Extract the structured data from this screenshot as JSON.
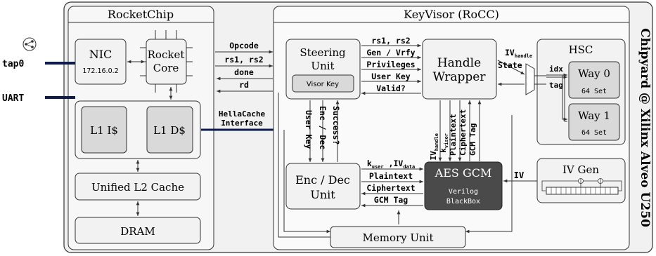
{
  "board_label": "Chipyard @ Xilinx Alveo U250",
  "external": {
    "tap_label": "tap0",
    "uart_label": "UART",
    "share_icon": "share-icon"
  },
  "rocketchip": {
    "title": "RocketChip",
    "nic_label": "NIC",
    "nic_ip": "172.16.0.2",
    "core_label_1": "Rocket",
    "core_label_2": "Core",
    "l1i_label": "L1 I$",
    "l1d_label": "L1 D$",
    "l2_label": "Unified L2 Cache",
    "dram_label": "DRAM"
  },
  "rocc_signals": {
    "opcode": "Opcode",
    "rs": "rs1, rs2",
    "done": "done",
    "rd": "rd",
    "hellacache_1": "HellaCache",
    "hellacache_2": "Interface"
  },
  "keyvisor": {
    "title": "KeyVisor (RoCC)",
    "steering_1": "Steering",
    "steering_2": "Unit",
    "visor_key": "Visor Key",
    "handle_1": "Handle",
    "handle_2": "Wrapper",
    "encdec_1": "Enc / Dec",
    "encdec_2": "Unit",
    "aes_title": "AES GCM",
    "aes_sub_1": "Verilog",
    "aes_sub_2": "BlackBox",
    "memory_unit": "Memory Unit",
    "hsc_title": "HSC",
    "way0": "Way 0",
    "way1": "Way 1",
    "set_label": "64 Set",
    "idx_label": "idx",
    "tag_label": "tag",
    "ivgen_title": "IV Gen",
    "iv_label": "IV"
  },
  "steer_handle_signals": {
    "s1": "rs1, rs2",
    "s2": "Gen / Vrfy",
    "s3": "Privileges",
    "s4": "User Key",
    "s5": "Valid?"
  },
  "vertical_signals": {
    "user_key": "User Key",
    "enc_dec": "Enc / Dec",
    "success": "Success?",
    "iv_handle": "IV",
    "iv_handle_sub": "handle",
    "k_visor": "k",
    "k_visor_sub": "visor",
    "plaintext": "Plaintext",
    "ciphertext": "Ciphertext",
    "gcm_tag": "GCM Tag"
  },
  "encdec_aes_signals": {
    "kuser": "k",
    "kuser_sub": "user",
    "ivdata": " ,IV",
    "ivdata_sub": "data",
    "plaintext": "Plaintext",
    "ciphertext": "Ciphertext",
    "gcm_tag": "GCM Tag"
  },
  "hsc_signals": {
    "iv": "IV",
    "iv_sub": "handle",
    "state": "State"
  }
}
